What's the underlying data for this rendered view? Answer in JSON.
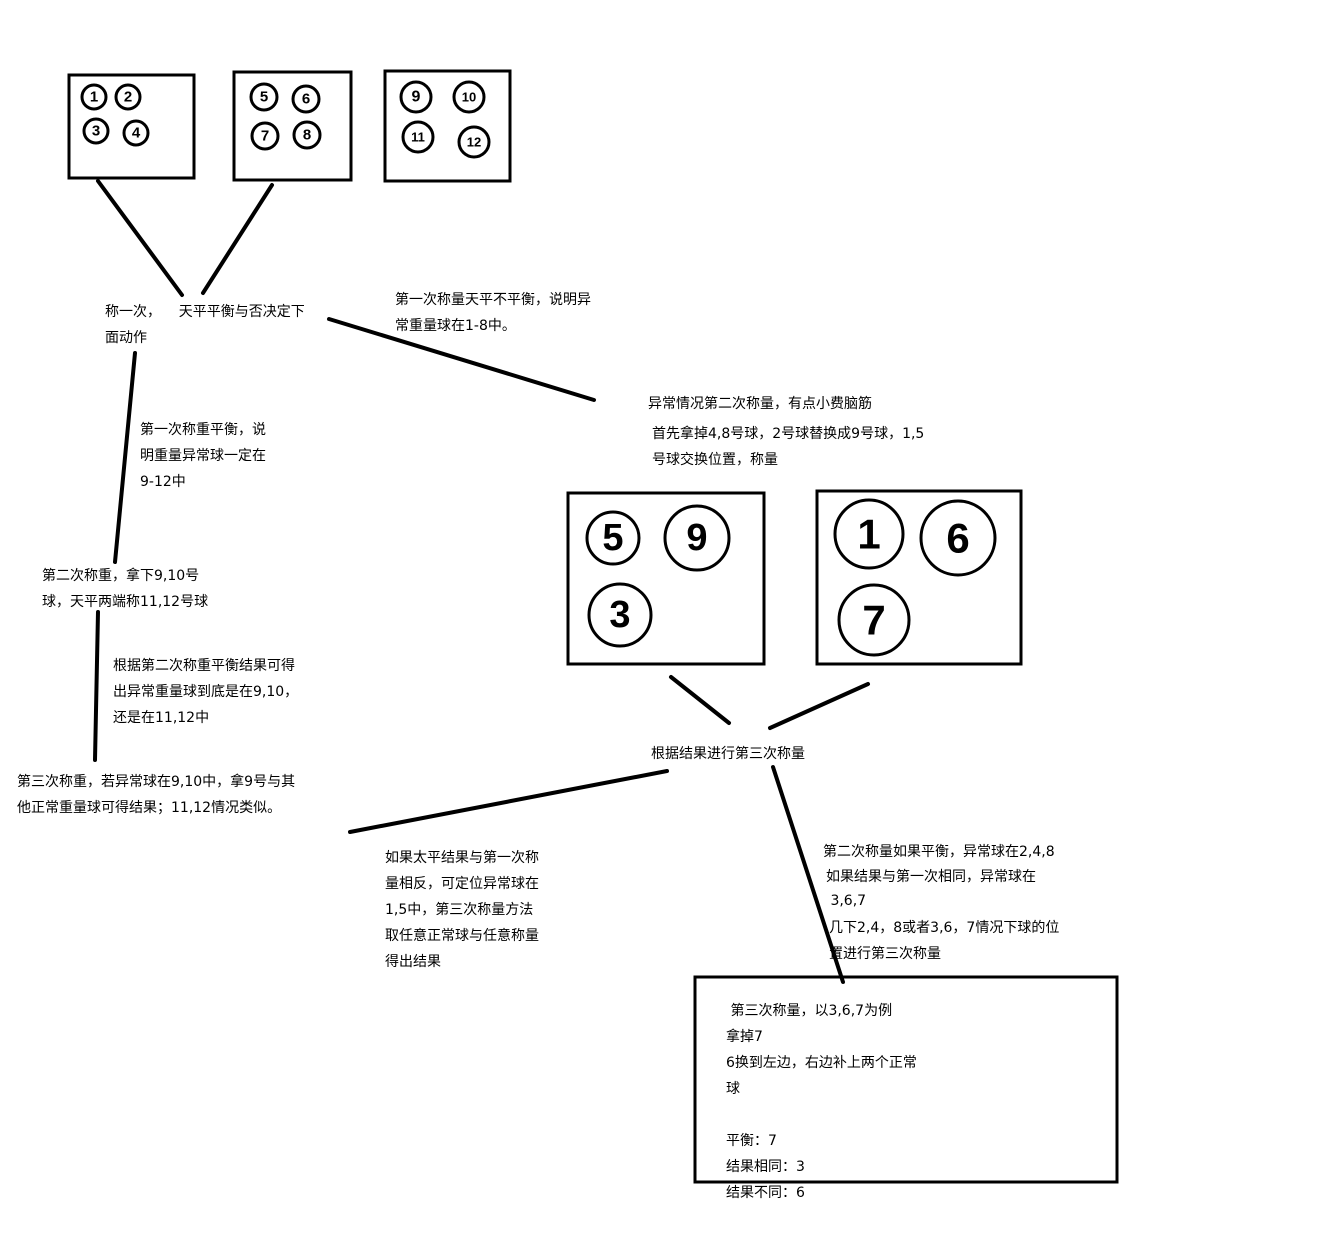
{
  "balls": {
    "box1": [
      "1",
      "2",
      "3",
      "4"
    ],
    "box2": [
      "5",
      "6",
      "7",
      "8"
    ],
    "box3": [
      "9",
      "10",
      "11",
      "12"
    ],
    "box4": [
      "5",
      "9",
      "3"
    ],
    "box5": [
      "1",
      "6",
      "7"
    ]
  },
  "labels": {
    "weigh_once": "称一次，    天平平衡与否决定下\n面动作",
    "first_unbalanced": "第一次称量天平不平衡，说明异\n常重量球在1-8中。",
    "first_balanced": "第一次称重平衡，说\n明重量异常球一定在\n9-12中",
    "abnormal_second_a": "异常情况第二次称量，有点小费脑筋",
    "abnormal_second_b": "首先拿掉4,8号球，2号球替换成9号球，1,5\n号球交换位置，称量",
    "second_weigh": "第二次称重，拿下9,10号\n球，天平两端称11,12号球",
    "second_result": "根据第二次称重平衡结果可得\n出异常重量球到底是在9,10，\n还是在11,12中",
    "third_weigh": "第三次称重，若异常球在9,10中，拿9号与其\n他正常重量球可得结果；11,12情况类似。",
    "third_by_result": "根据结果进行第三次称量",
    "opposite_result": "如果太平结果与第一次称\n量相反，可定位异常球在\n1,5中，第三次称量方法\n取任意正常球与任意称量\n得出结果",
    "second_balanced_a": "第二次称量如果平衡，异常球在2,4,8",
    "second_balanced_b": "如果结果与第一次相同，异常球在\n 3,6,7",
    "second_balanced_c": "几下2,4，8或者3,6，7情况下球的位\n置进行第三次称量",
    "final_box": " 第三次称量，以3,6,7为例\n拿掉7\n6换到左边，右边补上两个正常\n球\n\n平衡：7\n结果相同：3\n结果不同：6"
  }
}
